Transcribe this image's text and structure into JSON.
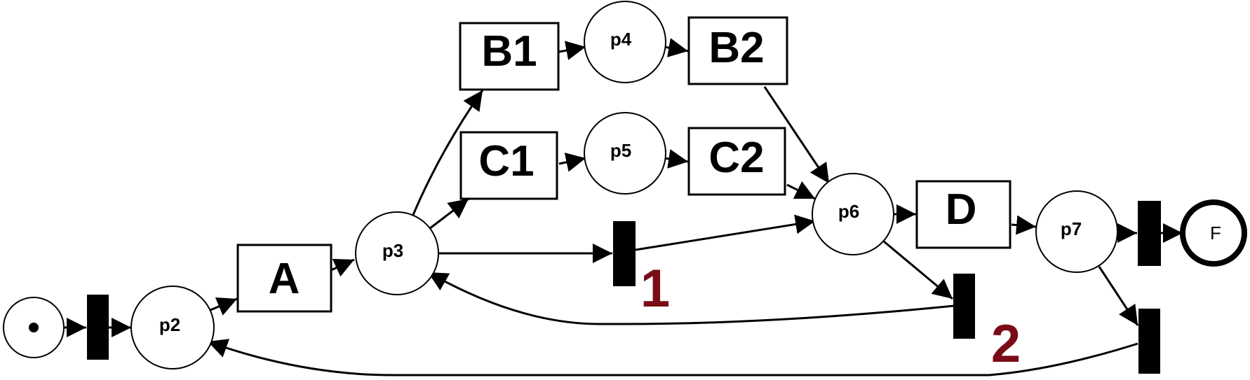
{
  "places": {
    "p1": {
      "label": "",
      "tokens": 1
    },
    "p2": {
      "label": "p2"
    },
    "p3": {
      "label": "p3"
    },
    "p4": {
      "label": "p4"
    },
    "p5": {
      "label": "p5"
    },
    "p6": {
      "label": "p6"
    },
    "p7": {
      "label": "p7"
    },
    "final": {
      "label": "F"
    }
  },
  "transitions": {
    "A": {
      "label": "A"
    },
    "B1": {
      "label": "B1"
    },
    "B2": {
      "label": "B2"
    },
    "C1": {
      "label": "C1"
    },
    "C2": {
      "label": "C2"
    },
    "D": {
      "label": "D"
    }
  },
  "silent_transitions": {
    "t1": {
      "number": "1"
    },
    "t2": {
      "number": "2"
    }
  },
  "colors": {
    "accent": "#7a0c18",
    "ink": "#000000"
  }
}
